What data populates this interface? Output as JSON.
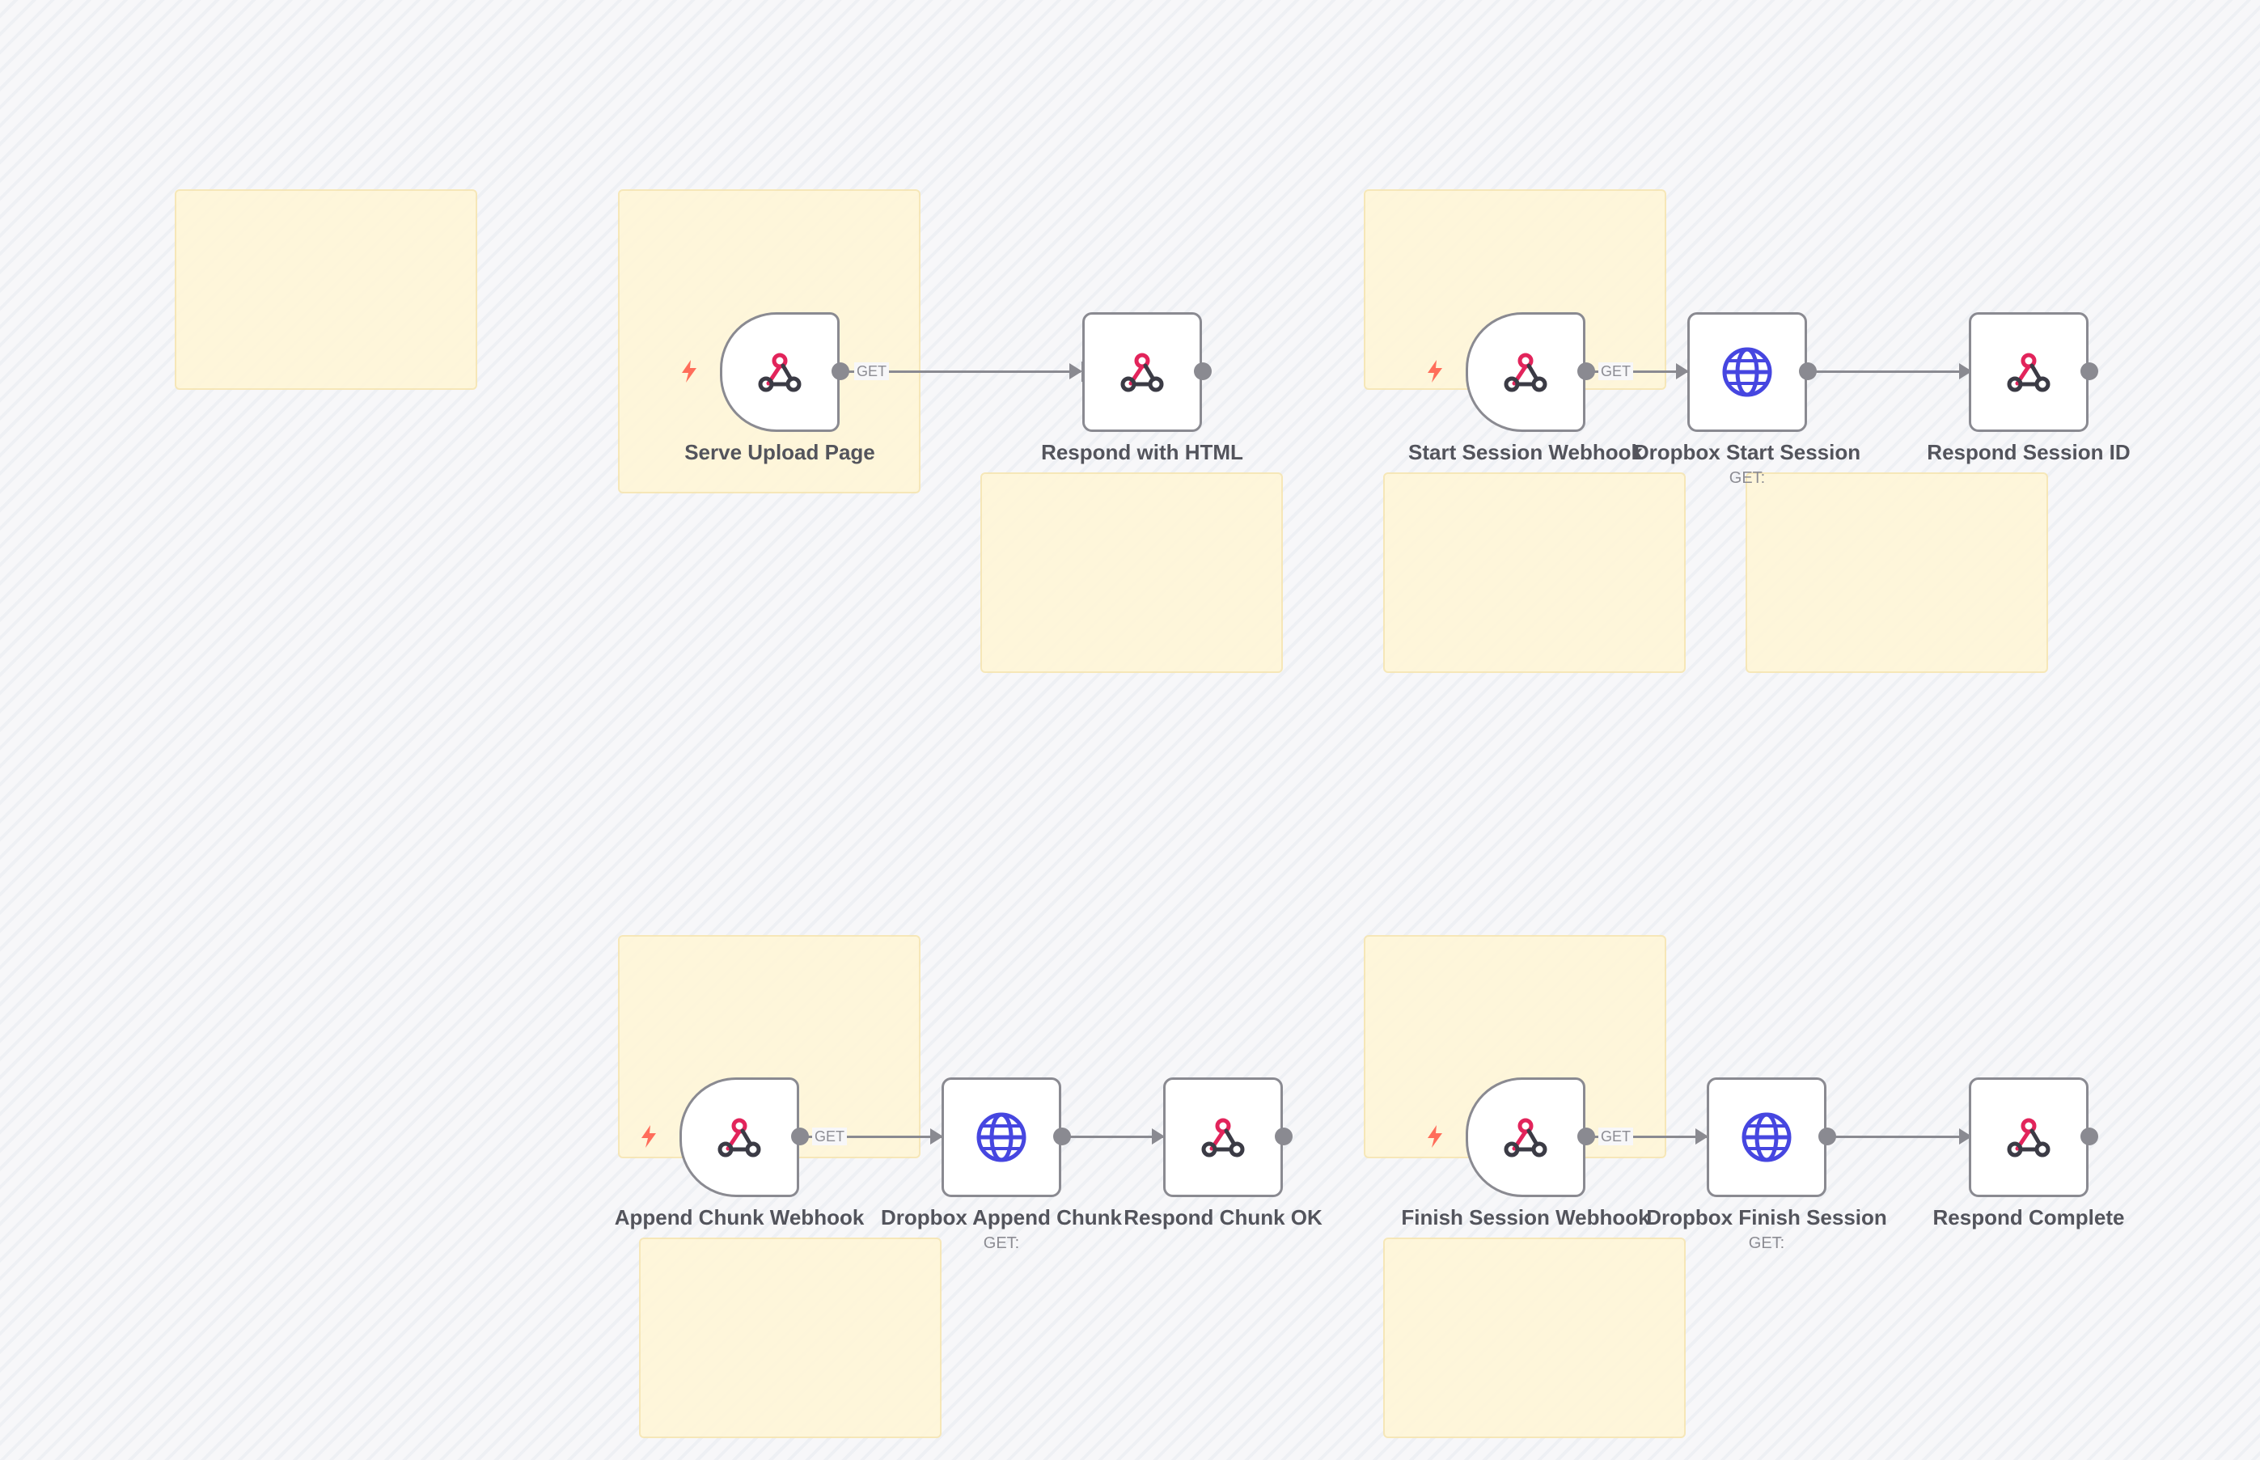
{
  "canvas": {
    "nodes": {
      "serve_upload_page": {
        "name": "Serve Upload Page",
        "type": "webhook-trigger"
      },
      "respond_with_html": {
        "name": "Respond with HTML",
        "type": "respond-to-webhook"
      },
      "start_session_webhook": {
        "name": "Start Session Webhook",
        "type": "webhook-trigger"
      },
      "dropbox_start_session": {
        "name": "Dropbox Start Session",
        "type": "http-request",
        "subtitle": "GET:"
      },
      "respond_session_id": {
        "name": "Respond Session ID",
        "type": "respond-to-webhook"
      },
      "append_chunk_webhook": {
        "name": "Append Chunk Webhook",
        "type": "webhook-trigger"
      },
      "dropbox_append_chunk": {
        "name": "Dropbox Append Chunk",
        "type": "http-request",
        "subtitle": "GET:"
      },
      "respond_chunk_ok": {
        "name": "Respond Chunk OK",
        "type": "respond-to-webhook"
      },
      "finish_session_webhook": {
        "name": "Finish Session Webhook",
        "type": "webhook-trigger"
      },
      "dropbox_finish_session": {
        "name": "Dropbox Finish Session",
        "type": "http-request",
        "subtitle": "GET:"
      },
      "respond_complete": {
        "name": "Respond Complete",
        "type": "respond-to-webhook"
      }
    },
    "edge_labels": {
      "serve_to_respond": "GET",
      "start_to_dropbox": "GET",
      "append_to_dropbox": "GET",
      "finish_to_dropbox": "GET"
    }
  },
  "colors": {
    "webhook_icon_red": "#e2245b",
    "webhook_icon_dark": "#3b3b45",
    "http_icon": "#4646e0",
    "trigger_bolt": "#ff6d5a",
    "sticky_fill": "#fff6d8"
  },
  "icons": {
    "webhook": "webhook-icon",
    "http": "globe-icon",
    "trigger": "lightning-bolt-icon"
  }
}
